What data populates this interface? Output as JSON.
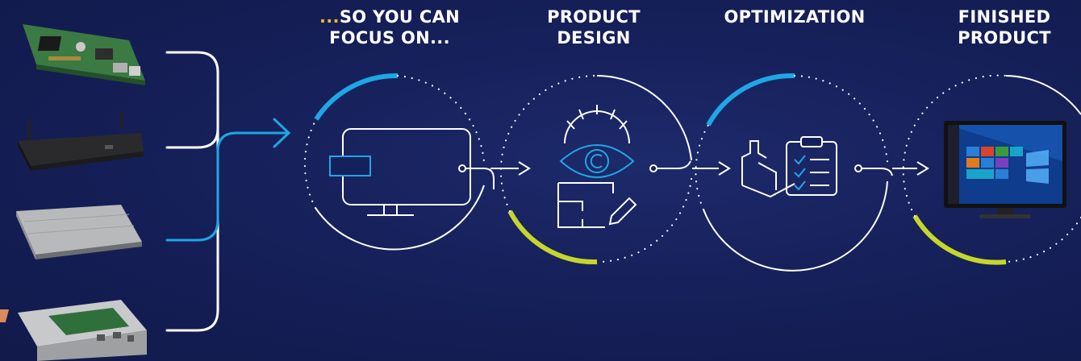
{
  "headings": {
    "focus": {
      "accent": "...",
      "line1": "SO YOU CAN",
      "line2": "FOCUS ON..."
    },
    "product_design": {
      "line1": "PRODUCT",
      "line2": "DESIGN"
    },
    "optimization": {
      "line1": "OPTIMIZATION"
    },
    "finished_product": {
      "line1": "FINISHED",
      "line2": "PRODUCT"
    }
  },
  "sources": [
    {
      "icon": "motherboard-icon"
    },
    {
      "icon": "mini-pc-box-icon"
    },
    {
      "icon": "compute-module-icon"
    },
    {
      "icon": "embedded-board-chassis-icon"
    }
  ],
  "highlighted_source": "compute-module-icon",
  "stages": [
    {
      "icon": "monitor-window-icon"
    },
    {
      "icon": "gear-eye-blueprint-icon"
    },
    {
      "icon": "factory-checklist-icon"
    },
    {
      "icon": "windows-monitor-icon"
    }
  ],
  "colors": {
    "background": "#16205a",
    "line": "#ffffff",
    "blue_accent": "#1ea7e4",
    "lime_accent": "#c6d62b",
    "orange_accent": "#f2b632"
  }
}
